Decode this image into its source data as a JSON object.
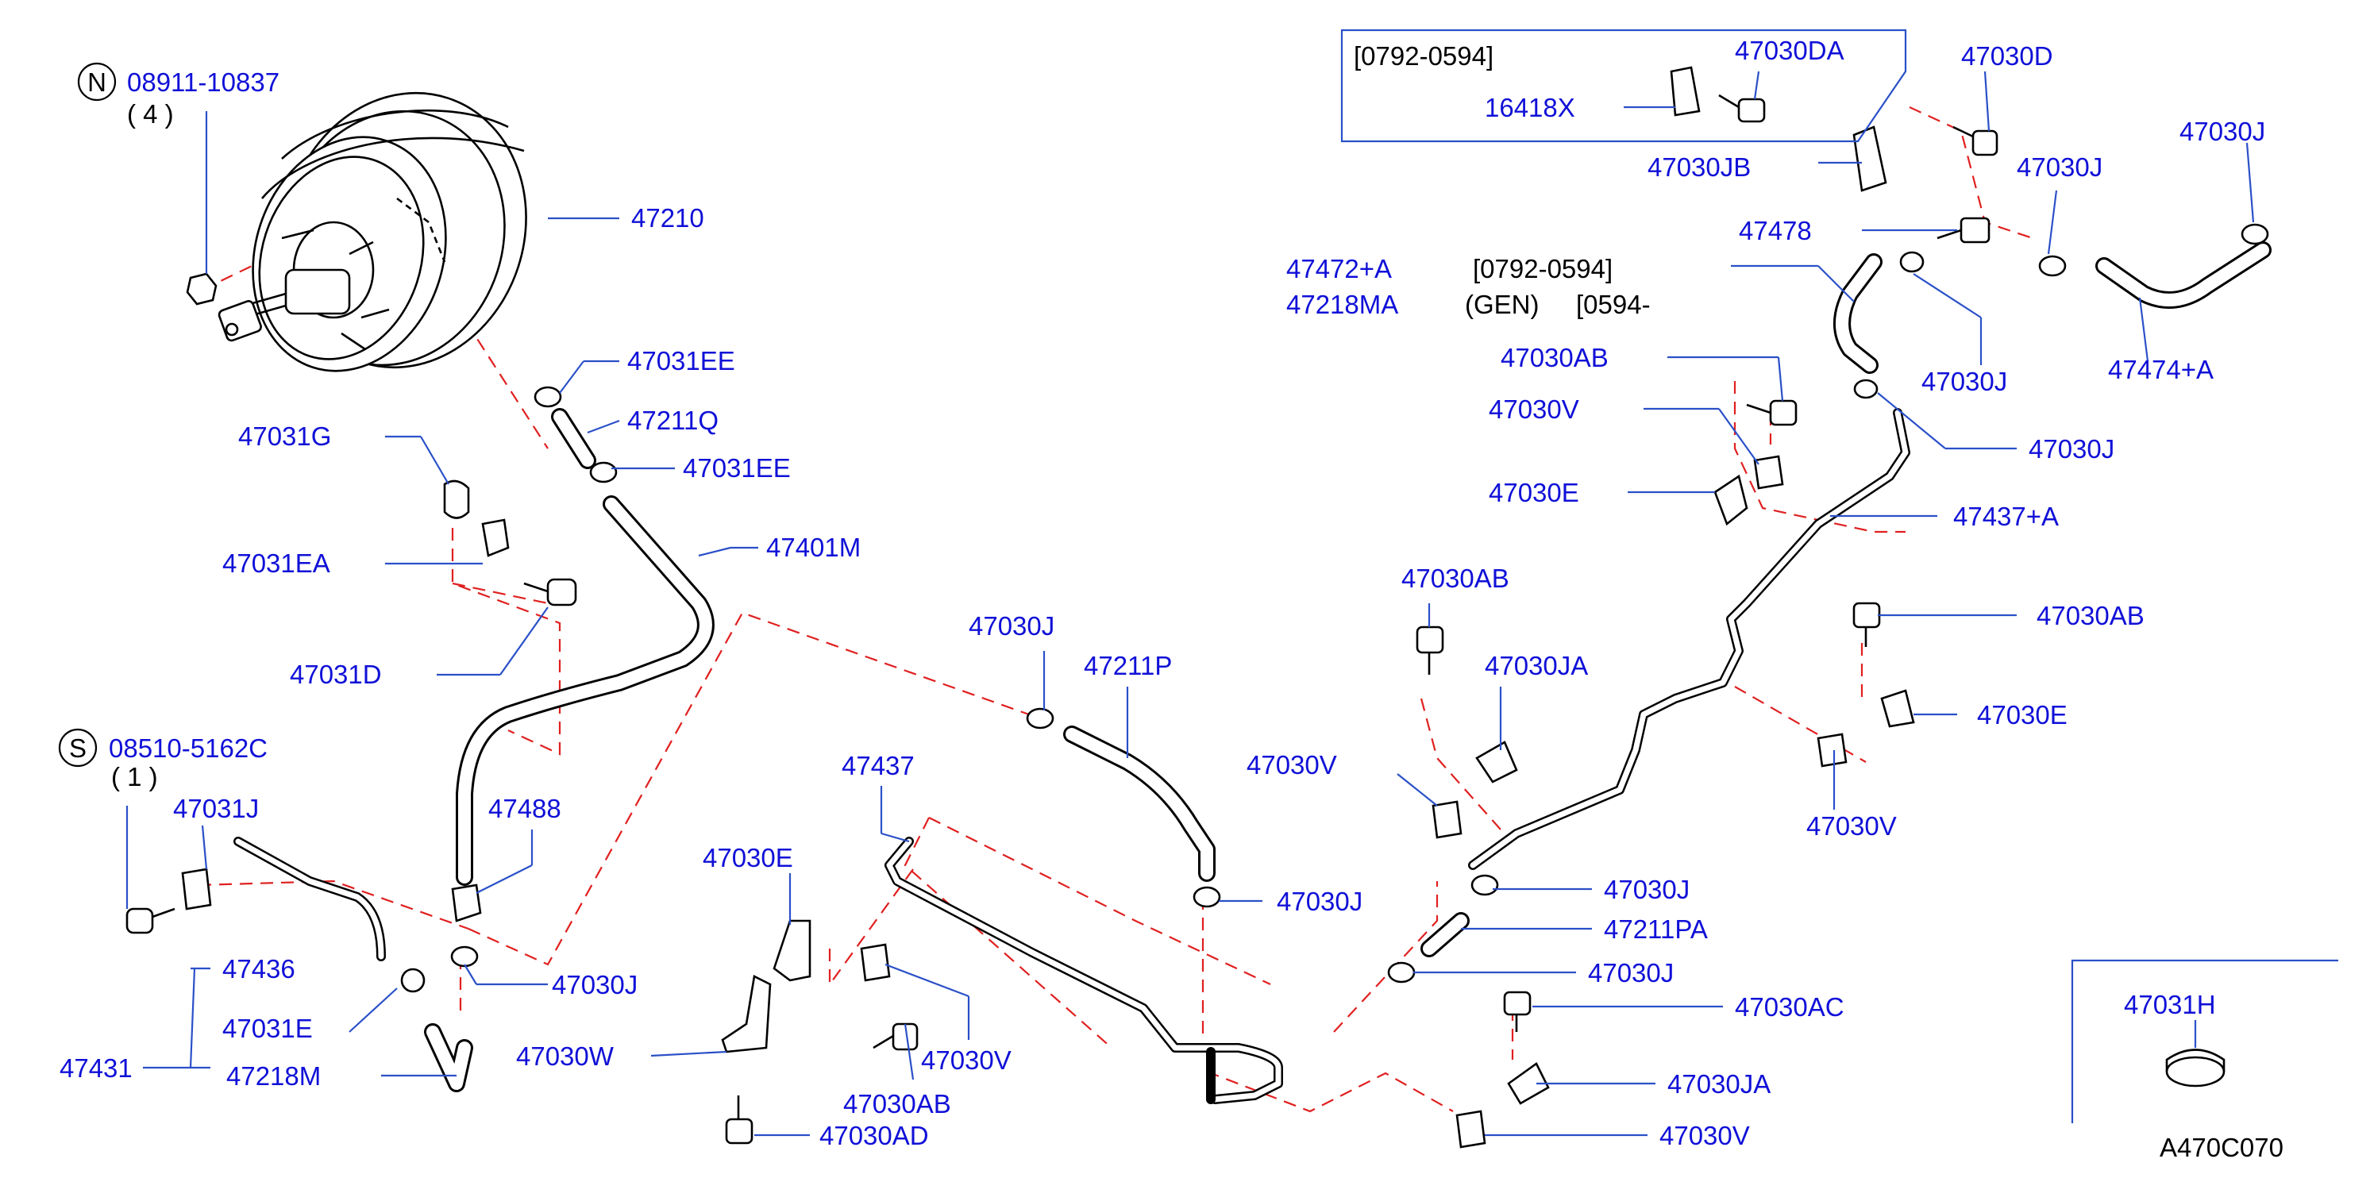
{
  "diagram_id": "A470C070",
  "symbols": {
    "n": "N",
    "s": "S"
  },
  "labels": {
    "p08911": "08911-10837",
    "q4": "( 4 )",
    "p08510": "08510-5162C",
    "q1": "( 1 )",
    "p47210": "47210",
    "p47031EE_a": "47031EE",
    "p47211Q": "47211Q",
    "p47031EE_b": "47031EE",
    "p47031G": "47031G",
    "p47031EA": "47031EA",
    "p47031D": "47031D",
    "p47401M": "47401M",
    "p47031J": "47031J",
    "p47488": "47488",
    "p47436": "47436",
    "p47031E": "47031E",
    "p47431": "47431",
    "p47218M": "47218M",
    "p47030J_a": "47030J",
    "p47030W": "47030W",
    "p47030E_a": "47030E",
    "p47437": "47437",
    "p47030V_a": "47030V",
    "p47030AB_a": "47030AB",
    "p47030AD": "47030AD",
    "p47030J_b": "47030J",
    "p47211P": "47211P",
    "p47030J_c": "47030J",
    "p47030V_b": "47030V",
    "p47030AB_b": "47030AB",
    "p47030JA_a": "47030JA",
    "p47030J_d": "47030J",
    "p47211PA": "47211PA",
    "p47030J_e": "47030J",
    "p47030AC": "47030AC",
    "p47030JA_b": "47030JA",
    "p47030V_c": "47030V",
    "p47030AB_c": "47030AB",
    "p47030E_b": "47030E",
    "p47030V_d": "47030V",
    "p47472A": "47472+A",
    "p47218MA": "47218MA",
    "p47030AB_d": "47030AB",
    "p47030V_e": "47030V",
    "p47030E_c": "47030E",
    "p47437A": "47437+A",
    "p47478": "47478",
    "p47030J_f": "47030J",
    "p47030J_g": "47030J",
    "p47474A": "47474+A",
    "p47030J_h": "47030J",
    "p47030J_i": "47030J",
    "p47030D": "47030D",
    "p47030JB": "47030JB",
    "p16418X": "16418X",
    "p47030DA": "47030DA",
    "p47031H": "47031H"
  },
  "notes": {
    "range_box": "[0792-0594]",
    "range_mid": "[0792-0594]",
    "gen": "(GEN)",
    "range_from": "[0594-"
  },
  "colors": {
    "label": "#1010d8",
    "leader": "#2a50c8",
    "dashed": "#e02020",
    "line": "#000000"
  }
}
